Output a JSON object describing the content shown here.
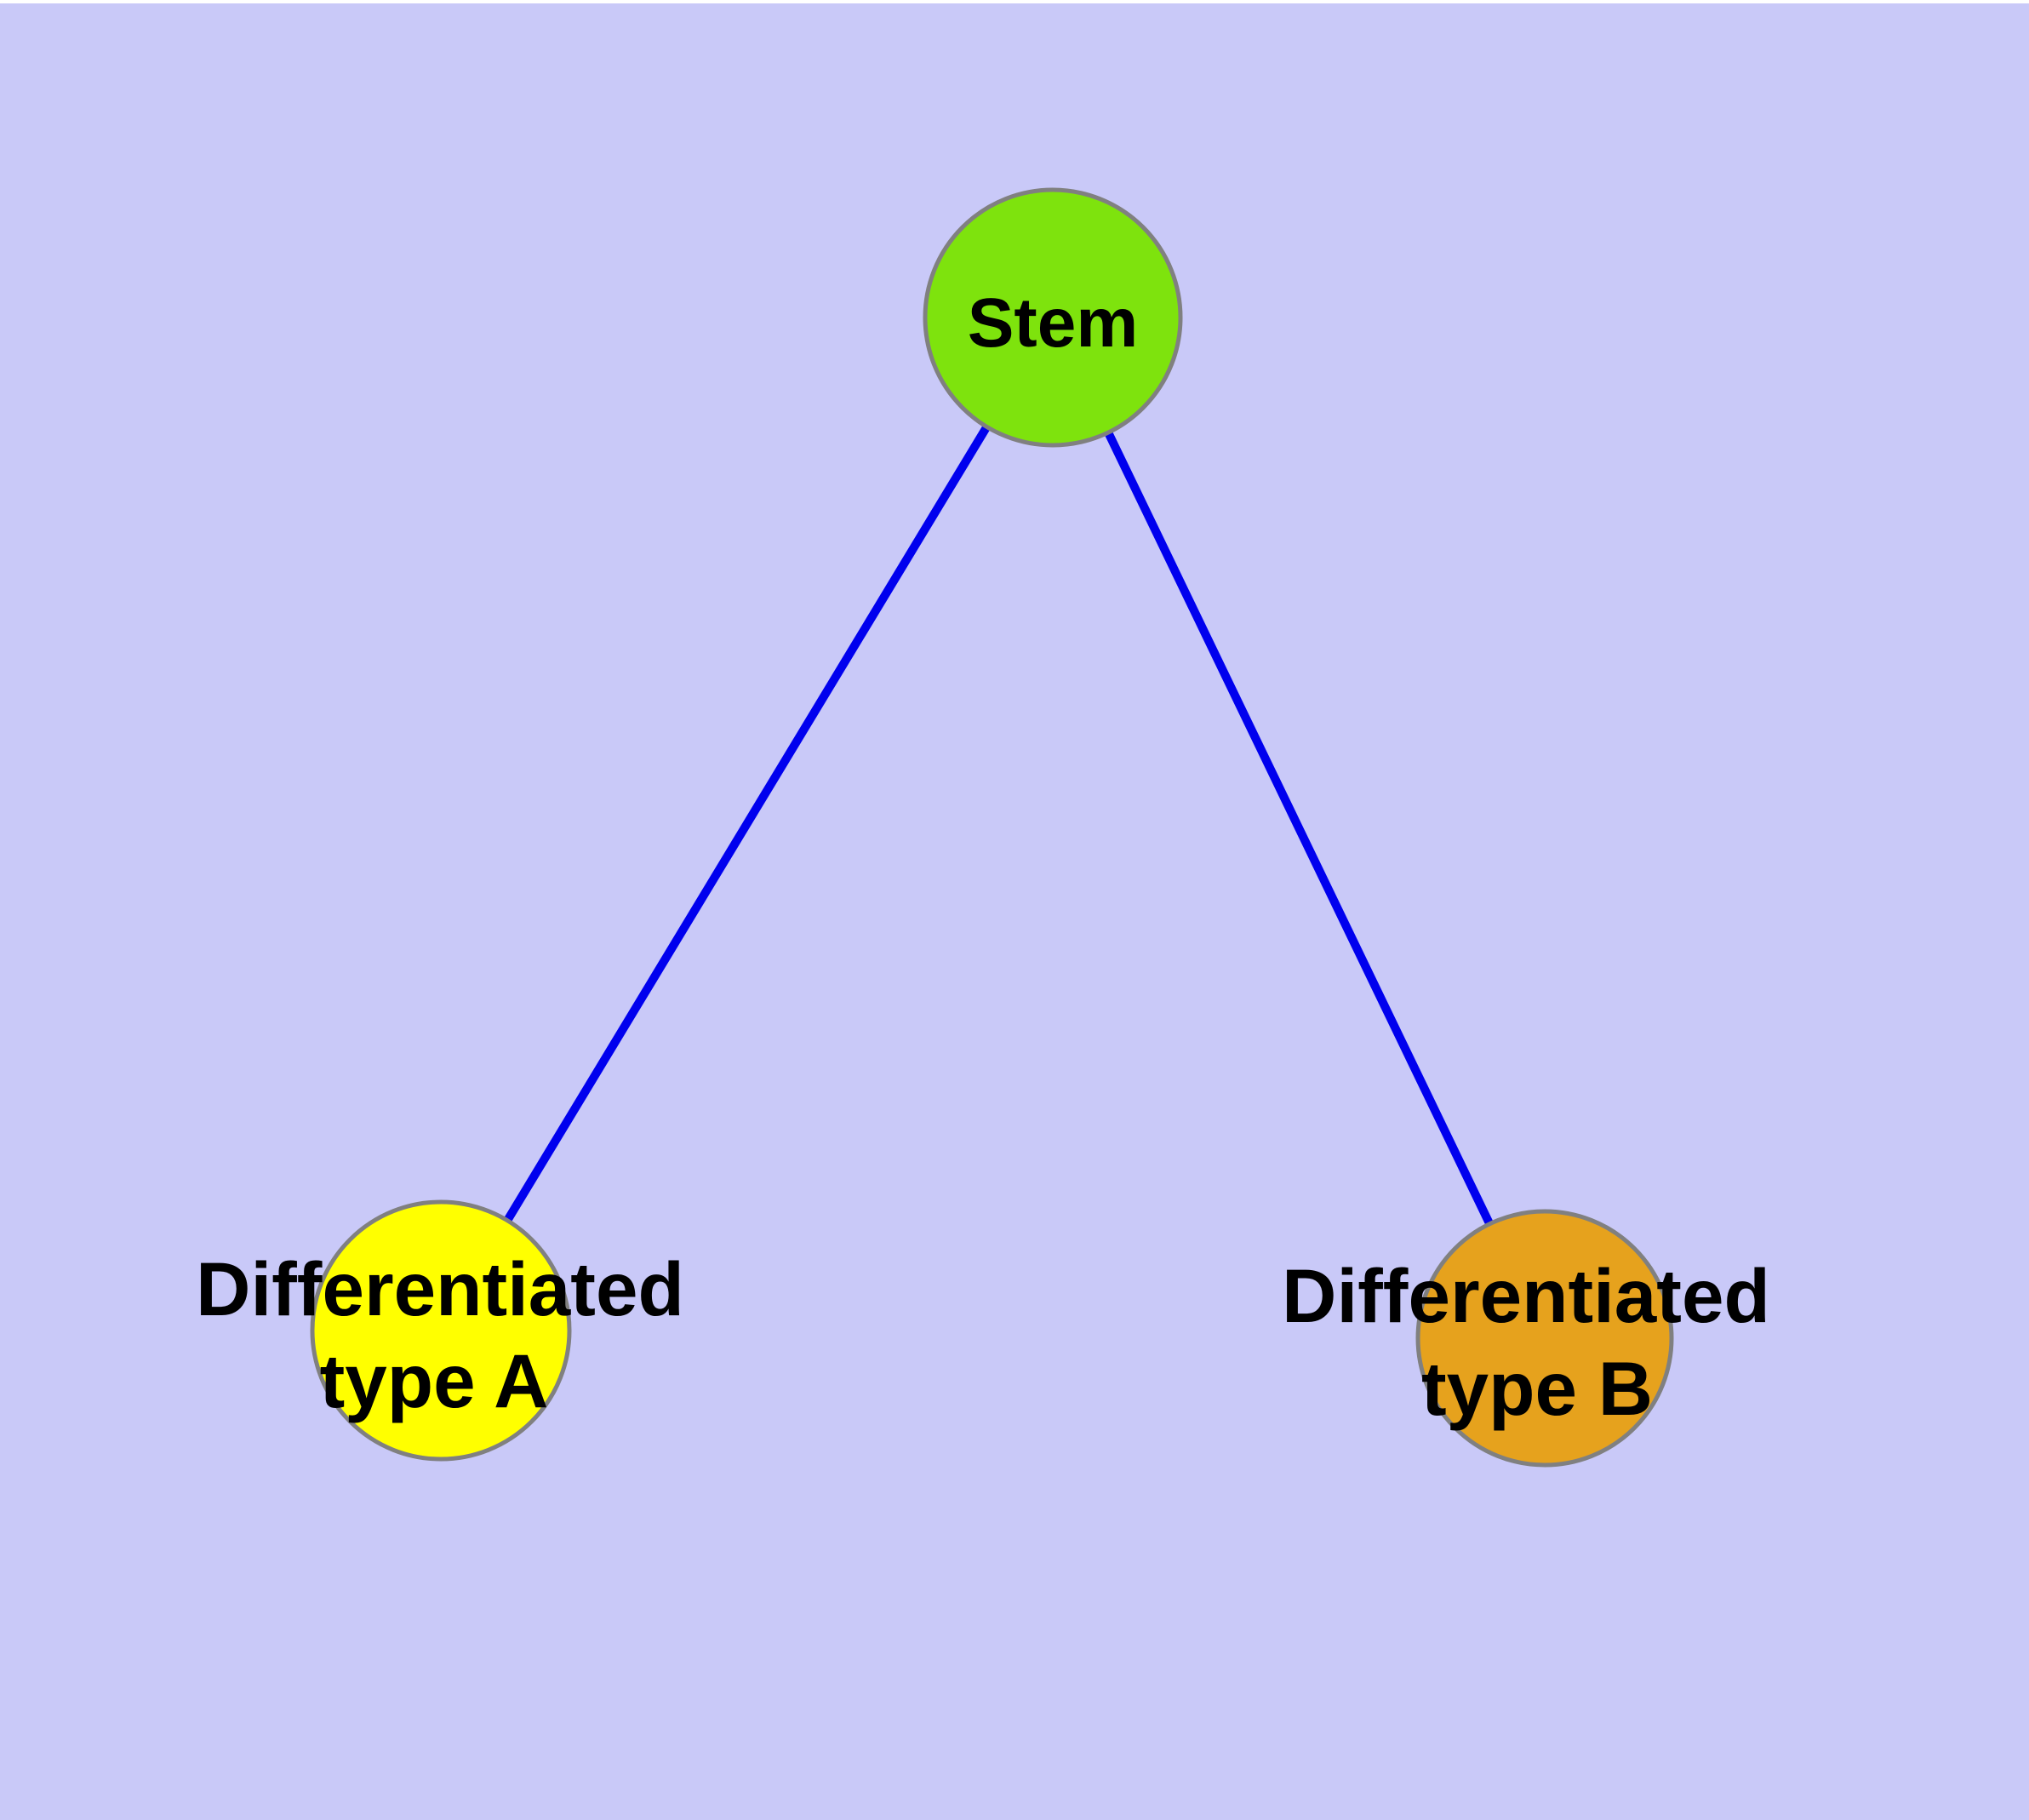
{
  "canvas": {
    "background_color": "#C9C9F8",
    "top_strip_color": "#FFFFFF"
  },
  "graph": {
    "type": "node-link-diagram",
    "description": "Stem cell differentiation graph: one stem node connected to two differentiated cell type nodes",
    "node_border_color": "#808080",
    "nodes": [
      {
        "id": "stem",
        "label": "Stem",
        "fill": "#7EE30D"
      },
      {
        "id": "typeA",
        "label_line1": "Differentiated",
        "label_line2": "type A",
        "fill": "#FFFF00"
      },
      {
        "id": "typeB",
        "label_line1": "Differentiated",
        "label_line2": "type B",
        "fill": "#E6A21D"
      }
    ],
    "edges": [
      {
        "from": "stem",
        "to": "typeA",
        "color": "#0000EE"
      },
      {
        "from": "stem",
        "to": "typeB",
        "color": "#0000EE"
      }
    ]
  }
}
